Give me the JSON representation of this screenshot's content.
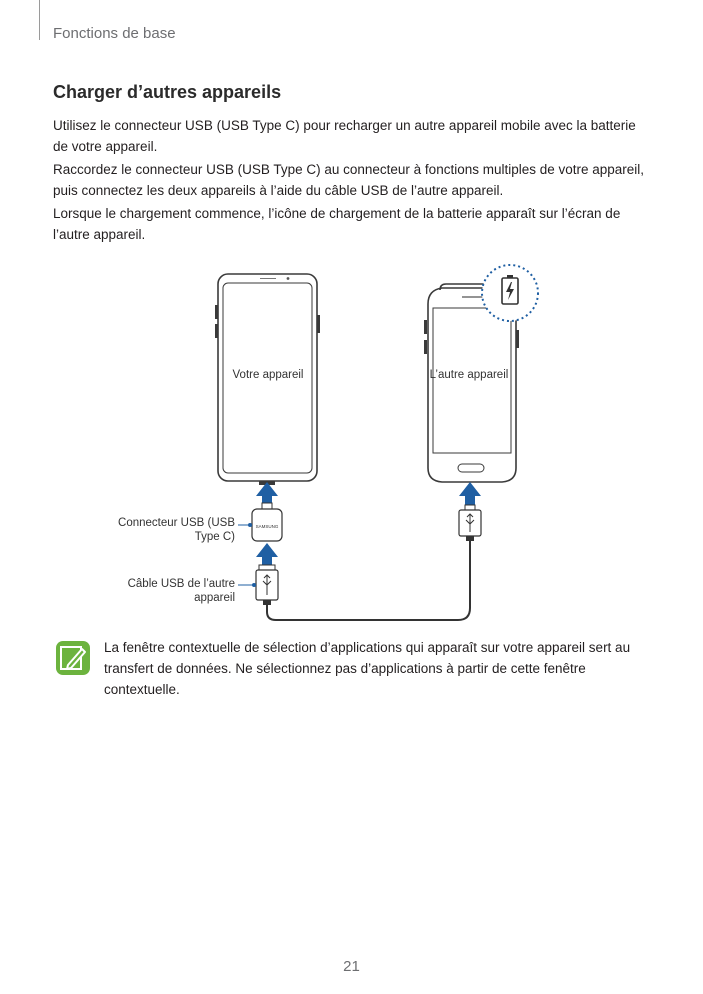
{
  "header": {
    "section": "Fonctions de base"
  },
  "title": "Charger d’autres appareils",
  "paragraphs": [
    "Utilisez le connecteur USB (USB Type C) pour recharger un autre appareil mobile avec la batterie de votre appareil.",
    "Raccordez le connecteur USB (USB Type C) au connecteur à fonctions multiples de votre appareil, puis connectez les deux appareils à l’aide du câble USB de l’autre appareil.",
    "Lorsque le chargement commence, l’icône de chargement de la batterie apparaît sur l’écran de l’autre appareil."
  ],
  "figure": {
    "device_label": "Votre appareil",
    "other_device_label": "L’autre appareil",
    "connector_label": "Connecteur USB (USB Type C)",
    "cable_label": "Câble USB de l’autre appareil",
    "connector_brand": "SAMSUNG",
    "icons": [
      "battery-charging-icon",
      "usb-icon",
      "arrow-up-icon"
    ],
    "colors": {
      "arrow": "#1f5fa3",
      "callout_circle": "#1f5fa3",
      "note_icon": "#6cb33e"
    }
  },
  "note": {
    "icon": "note-pencil-icon",
    "text": "La fenêtre contextuelle de sélection d’applications qui apparaît sur votre appareil sert au transfert de données. Ne sélectionnez pas d’applications à partir de cette fenêtre contextuelle."
  },
  "page_number": "21"
}
